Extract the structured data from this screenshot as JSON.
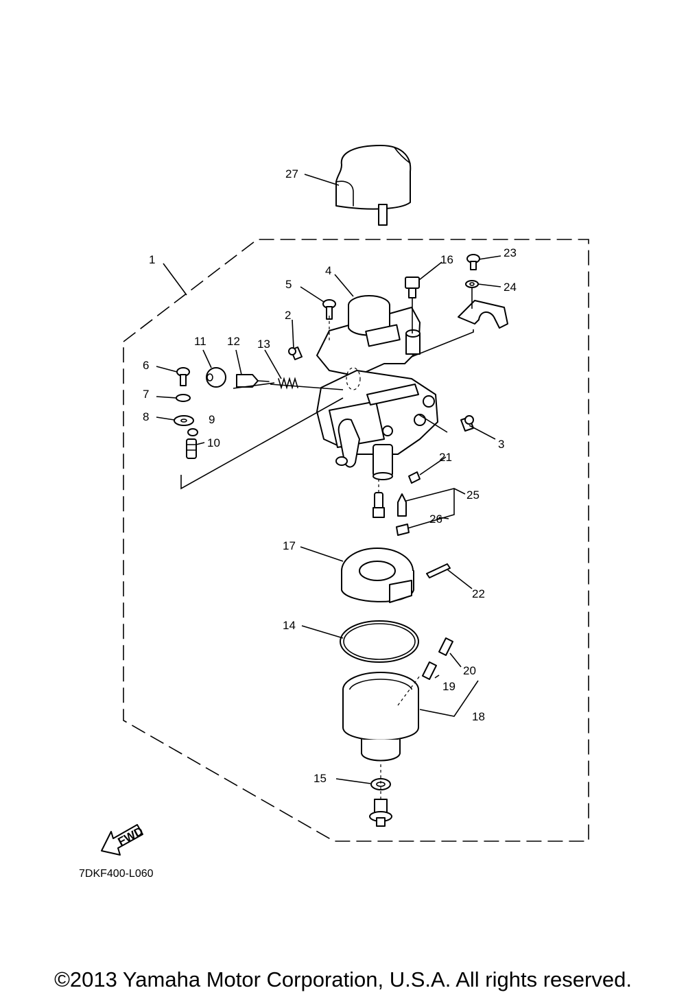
{
  "diagram": {
    "callouts": [
      "1",
      "2",
      "3",
      "4",
      "5",
      "6",
      "7",
      "8",
      "9",
      "10",
      "11",
      "12",
      "13",
      "14",
      "15",
      "16",
      "17",
      "18",
      "19",
      "20",
      "21",
      "22",
      "23",
      "24",
      "25",
      "26",
      "27"
    ],
    "fwd_label": "FWD",
    "diagram_code": "7DKF400-L060",
    "copyright": "©2013 Yamaha Motor Corporation, U.S.A. All rights reserved."
  }
}
